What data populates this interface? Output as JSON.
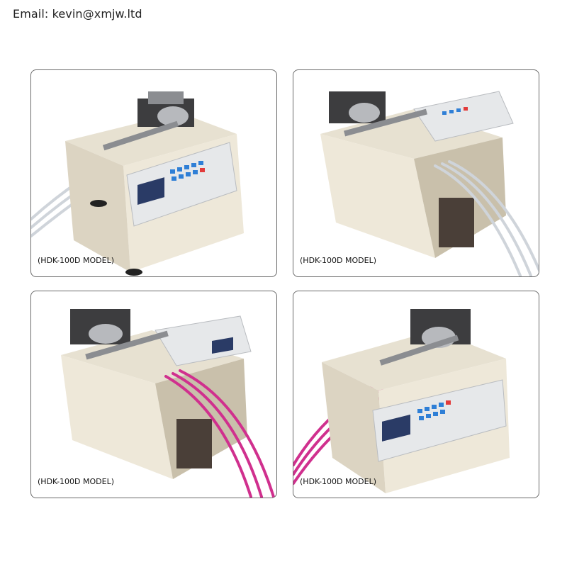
{
  "header": {
    "email": "Email: kevin@xmjw.ltd"
  },
  "colors": {
    "body": "#eee8d9",
    "body_shade": "#dcd4c2",
    "body_dark": "#c9c0ab",
    "panel": "#e6e8ea",
    "panel_border": "#b9bcc0",
    "key_blue": "#2f7fd6",
    "key_red": "#e23b3b",
    "display": "#2a3b66",
    "metal": "#8b8d91",
    "dark_metal": "#3d3d3f",
    "tube_clear": "#d9dde2",
    "tube_pink": "#d0308e"
  },
  "cards": [
    {
      "caption": "(HDK-100D MODEL)",
      "tube": "clear"
    },
    {
      "caption": "(HDK-100D MODEL)",
      "tube": "clear"
    },
    {
      "caption": "(HDK-100D MODEL)",
      "tube": "pink"
    },
    {
      "caption": "(HDK-100D MODEL)",
      "tube": "pink"
    }
  ]
}
